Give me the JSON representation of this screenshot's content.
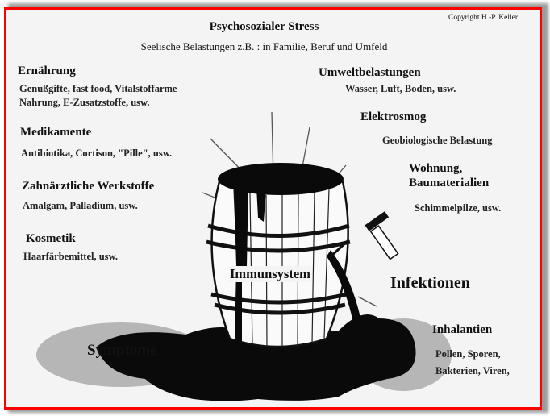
{
  "copyright": "Copyright H.-P. Keller",
  "title": "Psychosozialer Stress",
  "subtitle": "Seelische Belastungen z.B. : in Familie, Beruf und Umfeld",
  "factors": {
    "ernaehrung": {
      "heading": "Ernährung",
      "line1": "Genußgifte, fast food, Vitalstoffarme",
      "line2": "Nahrung, E-Zusatzstoffe, usw."
    },
    "medikamente": {
      "heading": "Medikamente",
      "line1": "Antibiotika, Cortison, \"Pille\", usw."
    },
    "zahn": {
      "heading": "Zahnärztliche Werkstoffe",
      "line1": "Amalgam, Palladium, usw."
    },
    "kosmetik": {
      "heading": "Kosmetik",
      "line1": "Haarfärbemittel, usw."
    },
    "umwelt": {
      "heading": "Umweltbelastungen",
      "line1": "Wasser, Luft, Boden, usw."
    },
    "elektrosmog": {
      "heading": "Elektrosmog",
      "line1": "Geobiologische Belastung"
    },
    "wohnung": {
      "heading1": "Wohnung,",
      "heading2": "Baumaterialien",
      "line1": "Schimmelpilze, usw."
    },
    "inhalantien": {
      "heading": "Inhalantien",
      "line1": "Pollen, Sporen,",
      "line2": "Bakterien, Viren,"
    }
  },
  "center_label": "Immunsystem",
  "infektionen": "Infektionen",
  "symptome": "Symptome",
  "colors": {
    "frame": "#ff0000",
    "background": "#f4f4f4",
    "ink": "#111111"
  }
}
